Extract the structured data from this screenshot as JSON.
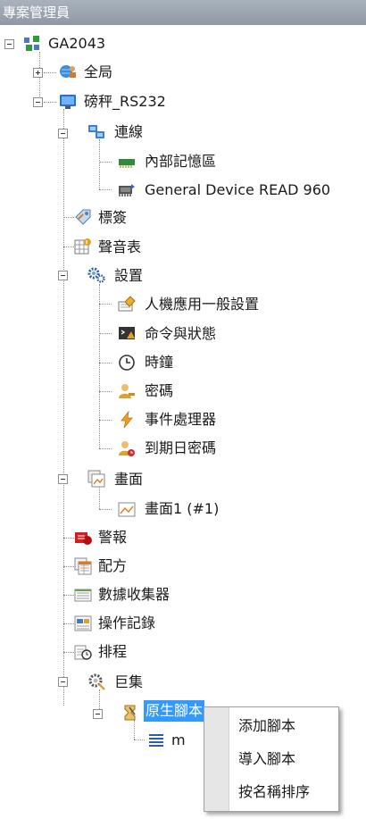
{
  "panel": {
    "title": "專案管理員"
  },
  "tree": {
    "root": "GA2043",
    "global": "全局",
    "device": "磅秤_RS232",
    "connection": "連線",
    "internal_memory": "內部記憶區",
    "general_device": "General Device READ 960",
    "tags": "標簽",
    "sound_table": "聲音表",
    "settings": "設置",
    "hmi_settings": "人機應用一般設置",
    "command_status": "命令與狀態",
    "clock": "時鐘",
    "password": "密碼",
    "event_handler": "事件處理器",
    "expiry_password": "到期日密碼",
    "screens": "畫面",
    "screen1": "畫面1 (#1)",
    "alarms": "警報",
    "recipes": "配方",
    "data_collector": "數據收集器",
    "operation_log": "操作記錄",
    "scheduler": "排程",
    "macros": "巨集",
    "native_scripts": "原生腳本",
    "script_child": "m"
  },
  "context_menu": {
    "items": [
      "添加腳本",
      "導入腳本",
      "按名稱排序"
    ]
  },
  "colors": {
    "selection": "#3399ff",
    "titlebar": "#9aa3ae"
  }
}
